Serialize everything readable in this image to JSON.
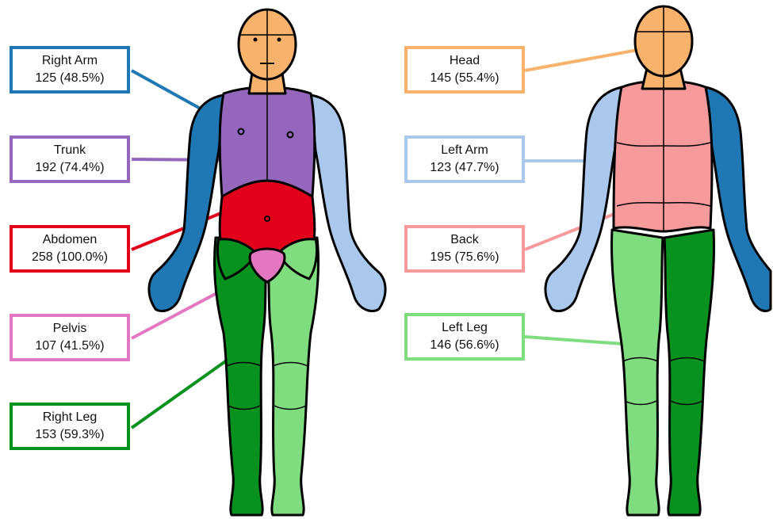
{
  "regions": {
    "right_arm": {
      "name": "Right Arm",
      "value": "125 (48.5%)",
      "color": "#1f77b4"
    },
    "trunk": {
      "name": "Trunk",
      "value": "192 (74.4%)",
      "color": "#9467bd"
    },
    "abdomen": {
      "name": "Abdomen",
      "value": "258 (100.0%)",
      "color": "#e3001b"
    },
    "pelvis": {
      "name": "Pelvis",
      "value": "107 (41.5%)",
      "color": "#e377c2"
    },
    "right_leg": {
      "name": "Right Leg",
      "value": "153 (59.3%)",
      "color": "#07921f"
    },
    "head": {
      "name": "Head",
      "value": "145 (55.4%)",
      "color": "#f9b26b"
    },
    "left_arm": {
      "name": "Left Arm",
      "value": "123 (47.7%)",
      "color": "#a9c8ec"
    },
    "back": {
      "name": "Back",
      "value": "195 (75.6%)",
      "color": "#f79a9c"
    },
    "left_leg": {
      "name": "Left Leg",
      "value": "146 (56.6%)",
      "color": "#7fdd7f"
    }
  },
  "colors": {
    "outline": "#000000",
    "skin": "#f9b26b"
  }
}
